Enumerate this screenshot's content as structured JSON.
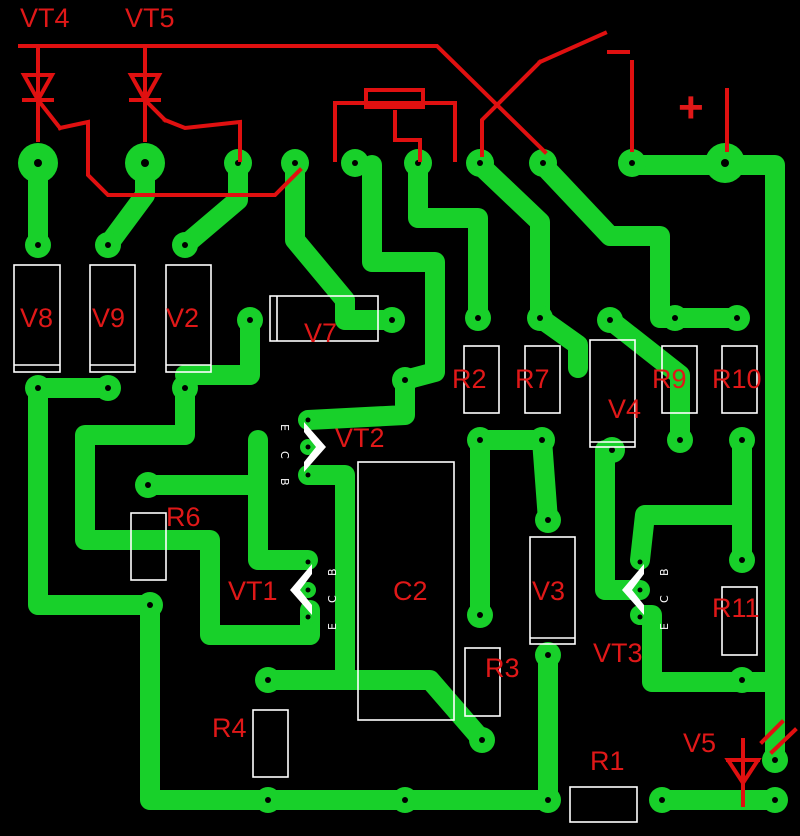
{
  "labels": {
    "VT4": "VT4",
    "VT5": "VT5",
    "VT2": "VT2",
    "VT1": "VT1",
    "VT3": "VT3",
    "V8": "V8",
    "V9": "V9",
    "V2": "V2",
    "V7": "V7",
    "V3": "V3",
    "V4": "V4",
    "V5": "V5",
    "R1": "R1",
    "R2": "R2",
    "R3": "R3",
    "R4": "R4",
    "R6": "R6",
    "R7": "R7",
    "R9": "R9",
    "R10": "R10",
    "R11": "R11",
    "C2": "C2"
  },
  "pins": {
    "VT2": [
      "E",
      "C",
      "B"
    ],
    "VT1": [
      "B",
      "C",
      "E"
    ],
    "VT3": [
      "B",
      "C",
      "E"
    ]
  },
  "power": {
    "plus": "+"
  },
  "colors": {
    "copper": "#18d02a",
    "wire": "#e01010",
    "silkscreen": "#ffffff",
    "background": "#000000"
  }
}
